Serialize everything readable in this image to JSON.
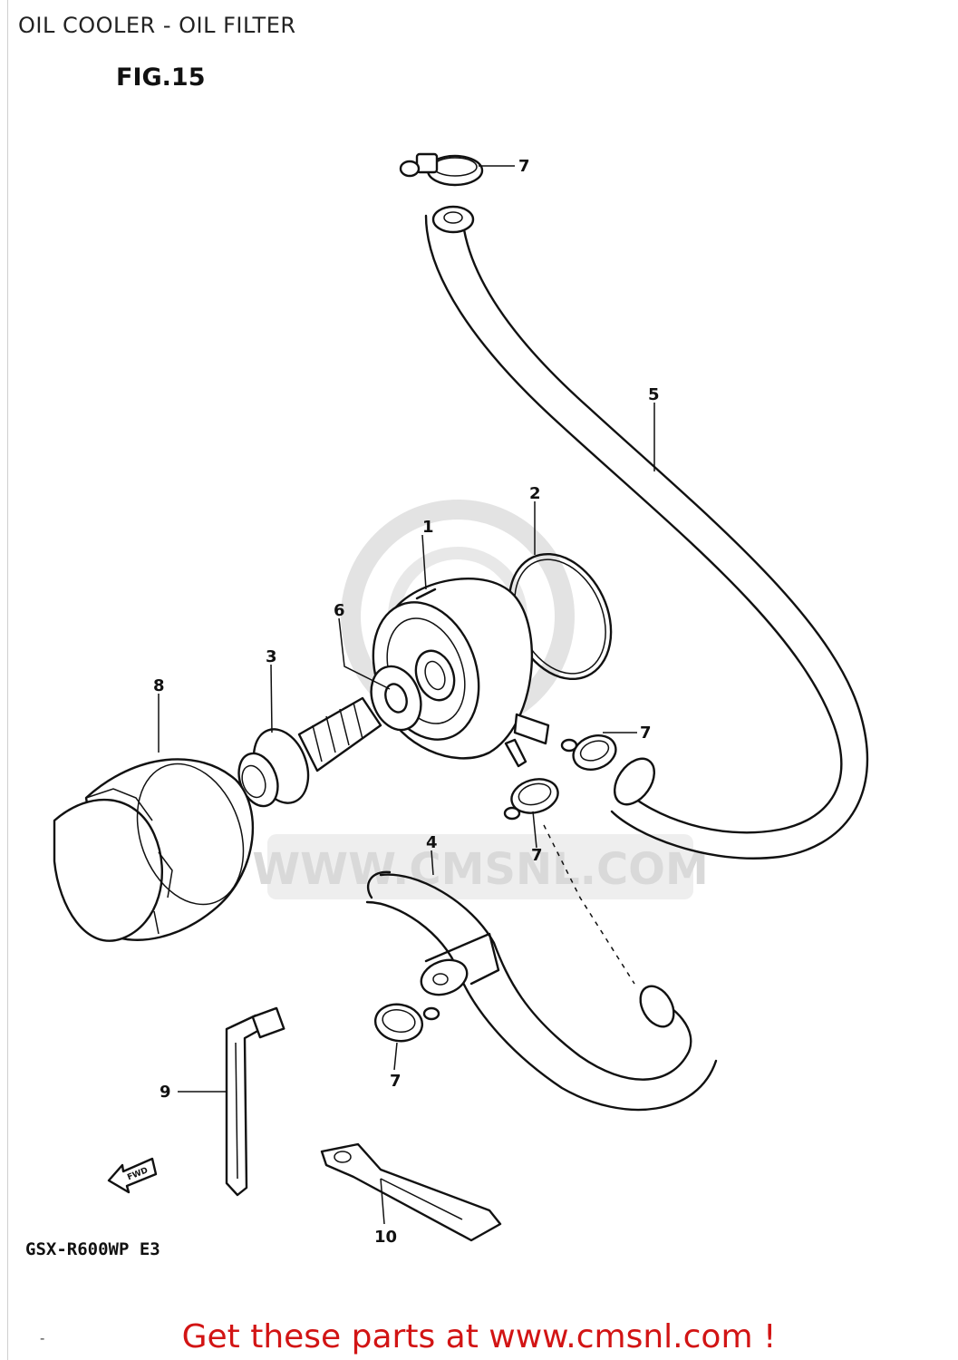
{
  "title": "OIL COOLER - OIL FILTER",
  "figure": "FIG.15",
  "model": "GSX-R600WP  E3",
  "footer": "Get these parts at www.cmsnl.com !",
  "watermark": {
    "text": "WWW.CMSNL.COM",
    "color": "#d9d9d9"
  },
  "forward_arrow": "FWD",
  "callouts": [
    "1",
    "2",
    "3",
    "4",
    "5",
    "6",
    "7",
    "7",
    "7",
    "7",
    "8",
    "9",
    "10"
  ],
  "colors": {
    "footer": "#d21414",
    "lines": "#111111"
  }
}
